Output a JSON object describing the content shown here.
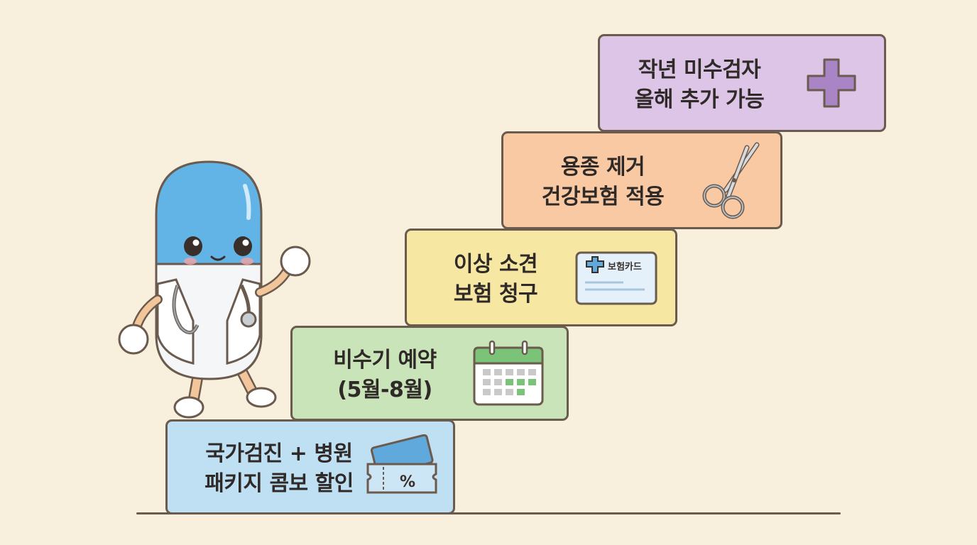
{
  "steps": [
    {
      "line1": "국가검진 + 병원",
      "line2": "패키지 콤보 할인",
      "icon": "discount-ticket-icon",
      "color": "#bfe0f3"
    },
    {
      "line1": "비수기 예약",
      "line2": "(5월-8월)",
      "icon": "calendar-icon",
      "color": "#c9e4b9"
    },
    {
      "line1": "이상 소견",
      "line2": "보험 청구",
      "icon": "insurance-card-icon",
      "color": "#f6e7a2"
    },
    {
      "line1": "용종 제거",
      "line2": "건강보험 적용",
      "icon": "scissors-icon",
      "color": "#f8c9a2"
    },
    {
      "line1": "작년 미수검자",
      "line2": "올해 추가 가능",
      "icon": "plus-icon",
      "color": "#dcc5e6"
    }
  ],
  "insurance_card": {
    "text": "보험카드"
  },
  "ticket": {
    "text": "%"
  },
  "mascot": {
    "icon": "pill-doctor-mascot-icon"
  }
}
